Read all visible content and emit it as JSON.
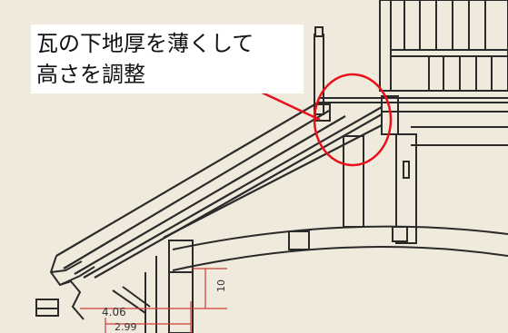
{
  "annotation": {
    "line1": "瓦の下地厚を薄くして",
    "line2": "高さを調整"
  },
  "dimensions": {
    "left_outer": "4.06",
    "left_inner": "2.99",
    "right_vertical": "10"
  },
  "colors": {
    "paper": "#efe8da",
    "ink": "#2a2a2a",
    "highlight": "#e8101a",
    "callout_bg": "#ffffff"
  }
}
